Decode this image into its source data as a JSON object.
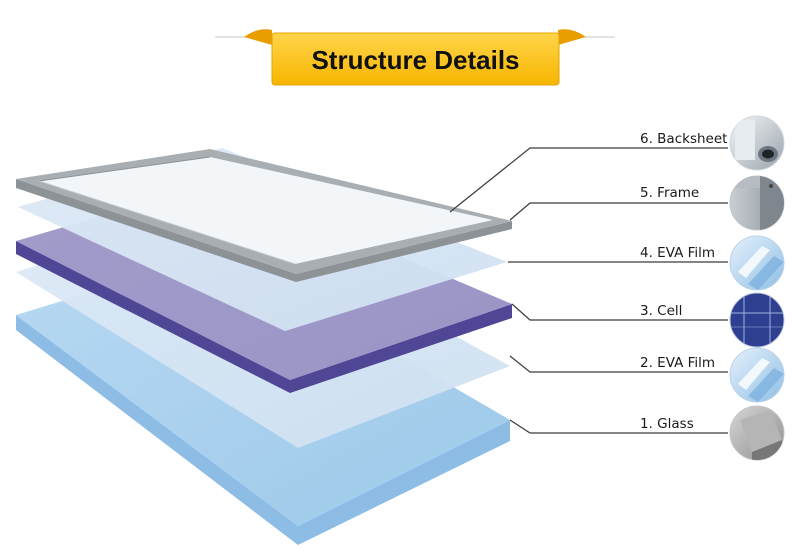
{
  "banner": {
    "title": "Structure Details"
  },
  "layers": [
    {
      "label": "6. Backsheet",
      "name": "backsheet",
      "thumb": "backsheet-tube",
      "color": "#e8edf2"
    },
    {
      "label": "5. Frame",
      "name": "frame",
      "thumb": "frame-corner",
      "color": "#a9aeb3"
    },
    {
      "label": "4. EVA Film",
      "name": "eva-film-top",
      "thumb": "eva-film",
      "color": "#d7e6f4"
    },
    {
      "label": "3. Cell",
      "name": "cell",
      "thumb": "solar-cell",
      "color": "#6357a0"
    },
    {
      "label": "2. EVA Film",
      "name": "eva-film-bottom",
      "thumb": "eva-film",
      "color": "#d7e6f4"
    },
    {
      "label": "1. Glass",
      "name": "glass",
      "thumb": "glass-corner",
      "color": "#a2cbea"
    }
  ],
  "colors": {
    "banner": "#ffc20e",
    "banner_dark": "#e89d00",
    "leader_line": "#3a3a3a"
  }
}
